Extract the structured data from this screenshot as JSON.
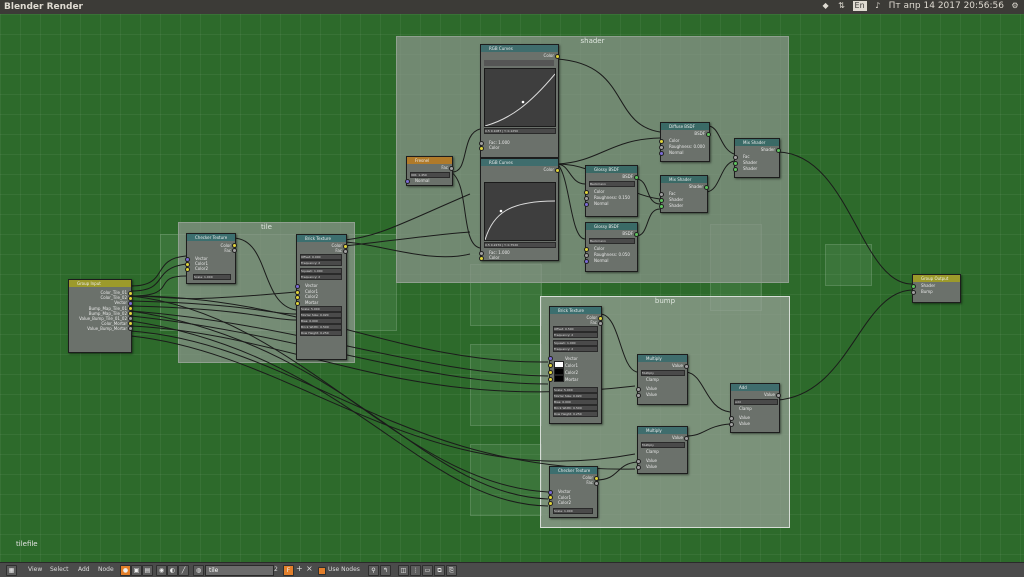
{
  "window": {
    "title": "Blender Render"
  },
  "system": {
    "language": "En",
    "datetime": "Пт апр 14 2017 20:56:56"
  },
  "frames": {
    "shader": "shader",
    "tile": "tile",
    "bump": "bump"
  },
  "nodes": {
    "group_input": {
      "title": "Group Input",
      "outputs": [
        "Color_Tile_01",
        "Color_Tile_02",
        "Vector",
        "Bump_Map_Tile_01",
        "Bump_Map_Tile_02",
        "Value_Bump_Tile_01_02",
        "Color_Mortar",
        "Value_Bump_Mortar"
      ]
    },
    "checker_tile": {
      "title": "Checker Texture",
      "outputs": [
        "Color",
        "Fac"
      ],
      "inputs": [
        "Vector",
        "Color1",
        "Color2"
      ],
      "scale": "Scale: 1.000"
    },
    "brick_tile": {
      "title": "Brick Texture",
      "outputs": [
        "Color",
        "Fac"
      ],
      "offset": "Offset: 0.000",
      "frequency1": "Frequency: 2",
      "squash": "Squash: 1.000",
      "frequency2": "Frequency: 2",
      "inputs": [
        "Vector",
        "Color1",
        "Color2",
        "Mortar"
      ],
      "fields": [
        "Scale: 5.000",
        "Mortar Size: 0.020",
        "Bias: 0.000",
        "Brick Width: 0.500",
        "Row Height: 0.250"
      ]
    },
    "rgb_curves_top": {
      "title": "RGB Curves",
      "outputs": [
        "Color"
      ],
      "inputs": [
        "Fac: 1.000",
        "Color"
      ],
      "range": "0.5 0.1087 | Y: 0.1250"
    },
    "rgb_curves_bottom": {
      "title": "RGB Curves",
      "outputs": [
        "Color"
      ],
      "inputs": [
        "Fac: 1.000",
        "Color"
      ],
      "range": "0.5 0.2270 | Y: 0.7520"
    },
    "fresnel": {
      "title": "Fresnel",
      "outputs": [
        "Fac"
      ],
      "ior": "IOR: 1.450",
      "inputs": [
        "Normal"
      ]
    },
    "glossy1": {
      "title": "Glossy BSDF",
      "outputs": [
        "BSDF"
      ],
      "mode": "Beckmann",
      "inputs": [
        "Color",
        "Roughness: 0.150",
        "Normal"
      ]
    },
    "glossy2": {
      "title": "Glossy BSDF",
      "outputs": [
        "BSDF"
      ],
      "mode": "Beckmann",
      "inputs": [
        "Color",
        "Roughness: 0.050",
        "Normal"
      ]
    },
    "diffuse": {
      "title": "Diffuse BSDF",
      "outputs": [
        "BSDF"
      ],
      "inputs": [
        "Color",
        "Roughness: 0.000",
        "Normal"
      ]
    },
    "mix1": {
      "title": "Mix Shader",
      "outputs": [
        "Shader"
      ],
      "inputs": [
        "Fac",
        "Shader",
        "Shader"
      ]
    },
    "mix2": {
      "title": "Mix Shader",
      "outputs": [
        "Shader"
      ],
      "inputs": [
        "Fac",
        "Shader",
        "Shader"
      ]
    },
    "group_output": {
      "title": "Group Output",
      "inputs": [
        "Shader",
        "Bump"
      ]
    },
    "brick_bump": {
      "title": "Brick Texture",
      "outputs": [
        "Color",
        "Fac"
      ],
      "offset": "Offset: 0.500",
      "frequency1": "Frequency: 2",
      "squash": "Squash: 1.000",
      "frequency2": "Frequency: 2",
      "inputs": [
        "Vector",
        "Color1",
        "Color2",
        "Mortar"
      ],
      "fields": [
        "Scale: 5.000",
        "Mortar Size: 0.020",
        "Bias: 0.000",
        "Brick Width: 0.500",
        "Row Height: 0.250"
      ]
    },
    "multiply1": {
      "title": "Multiply",
      "outputs": [
        "Value"
      ],
      "mode": "Multiply",
      "clamp": "Clamp",
      "inputs": [
        "Value",
        "Value"
      ]
    },
    "multiply2": {
      "title": "Multiply",
      "outputs": [
        "Value"
      ],
      "mode": "Multiply",
      "clamp": "Clamp",
      "inputs": [
        "Value",
        "Value"
      ]
    },
    "add": {
      "title": "Add",
      "outputs": [
        "Value"
      ],
      "mode": "Add",
      "clamp": "Clamp",
      "inputs": [
        "Value",
        "Value"
      ]
    },
    "checker_bump": {
      "title": "Checker Texture",
      "outputs": [
        "Color",
        "Fac"
      ],
      "inputs": [
        "Vector",
        "Color1",
        "Color2"
      ],
      "scale": "Scale: 1.000"
    }
  },
  "status": {
    "tree_name": "tilefile"
  },
  "footer": {
    "menu": [
      "View",
      "Select",
      "Add",
      "Node"
    ],
    "node_tree": "tile",
    "users": "2",
    "use_nodes": "Use Nodes"
  }
}
